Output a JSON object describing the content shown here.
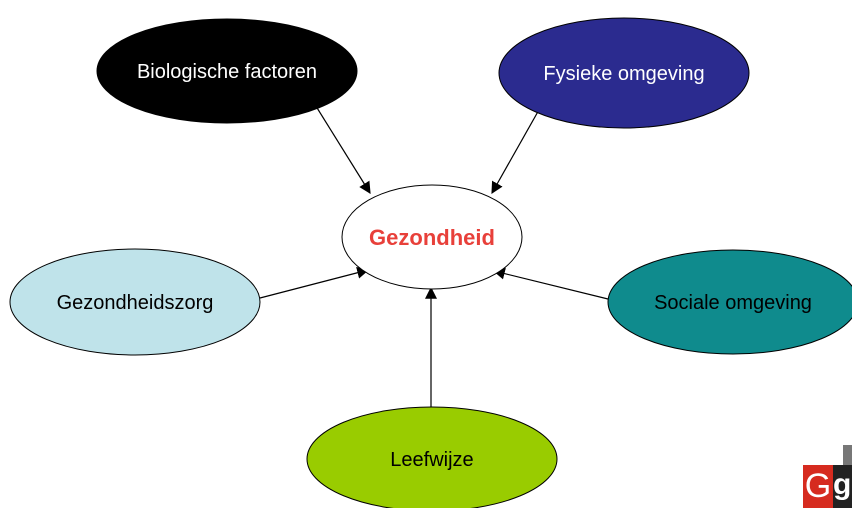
{
  "diagram": {
    "center": {
      "label": "Gezondheid",
      "fill": "#ffffff",
      "text_color": "#e8403a"
    },
    "nodes": [
      {
        "id": "bio",
        "label": "Biologische factoren",
        "fill": "#000000",
        "text_color": "#ffffff"
      },
      {
        "id": "fysiek",
        "label": "Fysieke omgeving",
        "fill": "#2b2b8f",
        "text_color": "#ffffff"
      },
      {
        "id": "zorg",
        "label": "Gezondheidszorg",
        "fill": "#bfe3ea",
        "text_color": "#000000"
      },
      {
        "id": "sociaal",
        "label": "Sociale omgeving",
        "fill": "#0f8b8d",
        "text_color": "#000000"
      },
      {
        "id": "leef",
        "label": "Leefwijze",
        "fill": "#99cc00",
        "text_color": "#000000"
      }
    ]
  },
  "logo": {
    "letters": "G",
    "second_letter": "g",
    "red": "#d62b1f",
    "dark": "#222222",
    "gray": "#777777"
  }
}
